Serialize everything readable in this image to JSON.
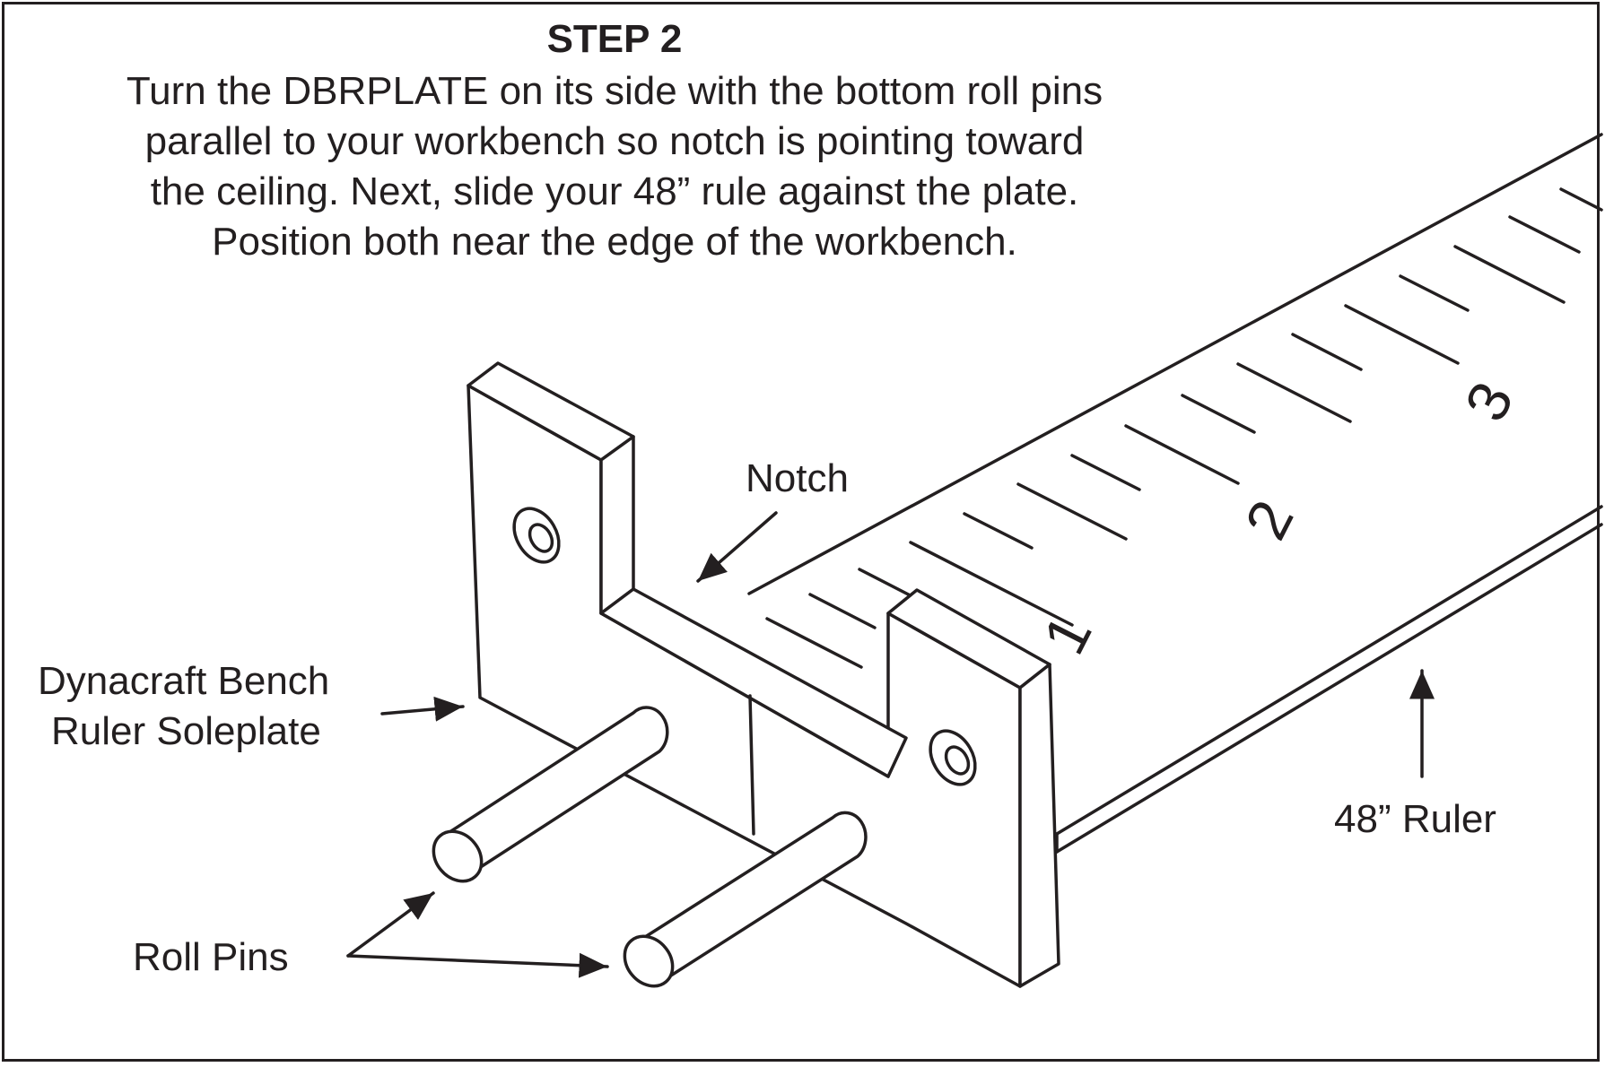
{
  "instructions": {
    "title": "STEP 2",
    "lines": [
      "Turn the DBRPLATE on its side with the bottom roll pins",
      "parallel to your workbench so notch is pointing toward",
      "the ceiling. Next, slide your 48” rule against the plate.",
      "Position both near the edge of the workbench."
    ]
  },
  "callouts": {
    "notch": "Notch",
    "soleplate_line1": "Dynacraft Bench",
    "soleplate_line2": "Ruler Soleplate",
    "ruler": "48” Ruler",
    "roll_pins": "Roll Pins"
  },
  "ruler_numbers": [
    "1",
    "2",
    "3"
  ],
  "colors": {
    "ink": "#231f20",
    "background": "#ffffff"
  }
}
